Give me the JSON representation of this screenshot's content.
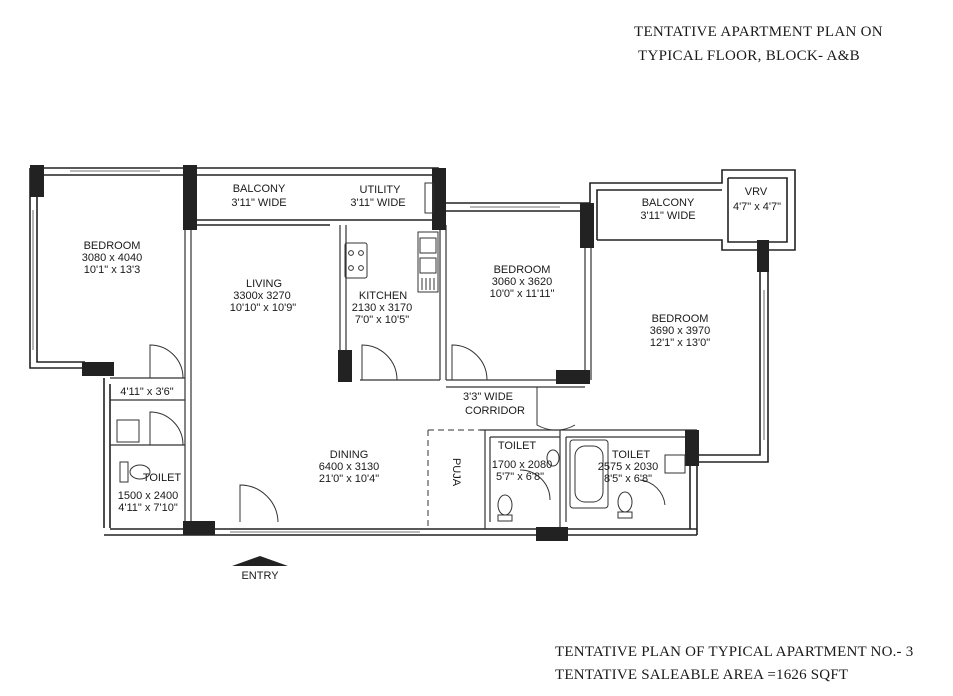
{
  "header": {
    "line1": "TENTATIVE APARTMENT PLAN ON",
    "line2": "TYPICAL FLOOR, BLOCK- A&B"
  },
  "rooms": {
    "bedroom1": {
      "name": "BEDROOM",
      "mm": "3080 x 4040",
      "ft": "10'1\" x 13'3"
    },
    "balcony1": {
      "name": "BALCONY",
      "ft": "3'11\"  WIDE"
    },
    "utility": {
      "name": "UTILITY",
      "ft": "3'11\"  WIDE"
    },
    "living": {
      "name": "LIVING",
      "mm": "3300x 3270",
      "ft": "10'10\" x 10'9\""
    },
    "kitchen": {
      "name": "KITCHEN",
      "mm": "2130 x 3170",
      "ft": "7'0\" x 10'5\""
    },
    "bedroom2": {
      "name": "BEDROOM",
      "mm": "3060 x 3620",
      "ft": "10'0\" x 11'11\""
    },
    "balcony2": {
      "name": "BALCONY",
      "ft": "3'11\"  WIDE"
    },
    "vrv": {
      "name": "VRV",
      "ft": "4'7\" x 4'7\""
    },
    "bedroom3": {
      "name": "BEDROOM",
      "mm": "3690 x 3970",
      "ft": "12'1\"  x  13'0\""
    },
    "passage": {
      "ft": "4'11\" x 3'6\""
    },
    "corridor": {
      "line1": "3'3\" WIDE",
      "line2": "CORRIDOR"
    },
    "dining": {
      "name": "DINING",
      "mm": "6400 x 3130",
      "ft": "21'0\" x 10'4\""
    },
    "puja": {
      "name": "PUJA"
    },
    "toilet1": {
      "name": "TOILET",
      "mm": "1500 x 2400",
      "ft": "4'11\" x 7'10\""
    },
    "toilet2": {
      "name": "TOILET",
      "mm": "1700 x 2080",
      "ft": "5'7\" x 6'8\""
    },
    "toilet3": {
      "name": "TOILET",
      "mm": "2575 x 2030",
      "ft": "8'5\" x 6'8\""
    },
    "entry": {
      "name": "ENTRY"
    }
  },
  "footer": {
    "line1": "TENTATIVE PLAN OF TYPICAL  APARTMENT NO.- 3",
    "line2": "TENTATIVE SALEABLE AREA =1626 SQFT"
  }
}
